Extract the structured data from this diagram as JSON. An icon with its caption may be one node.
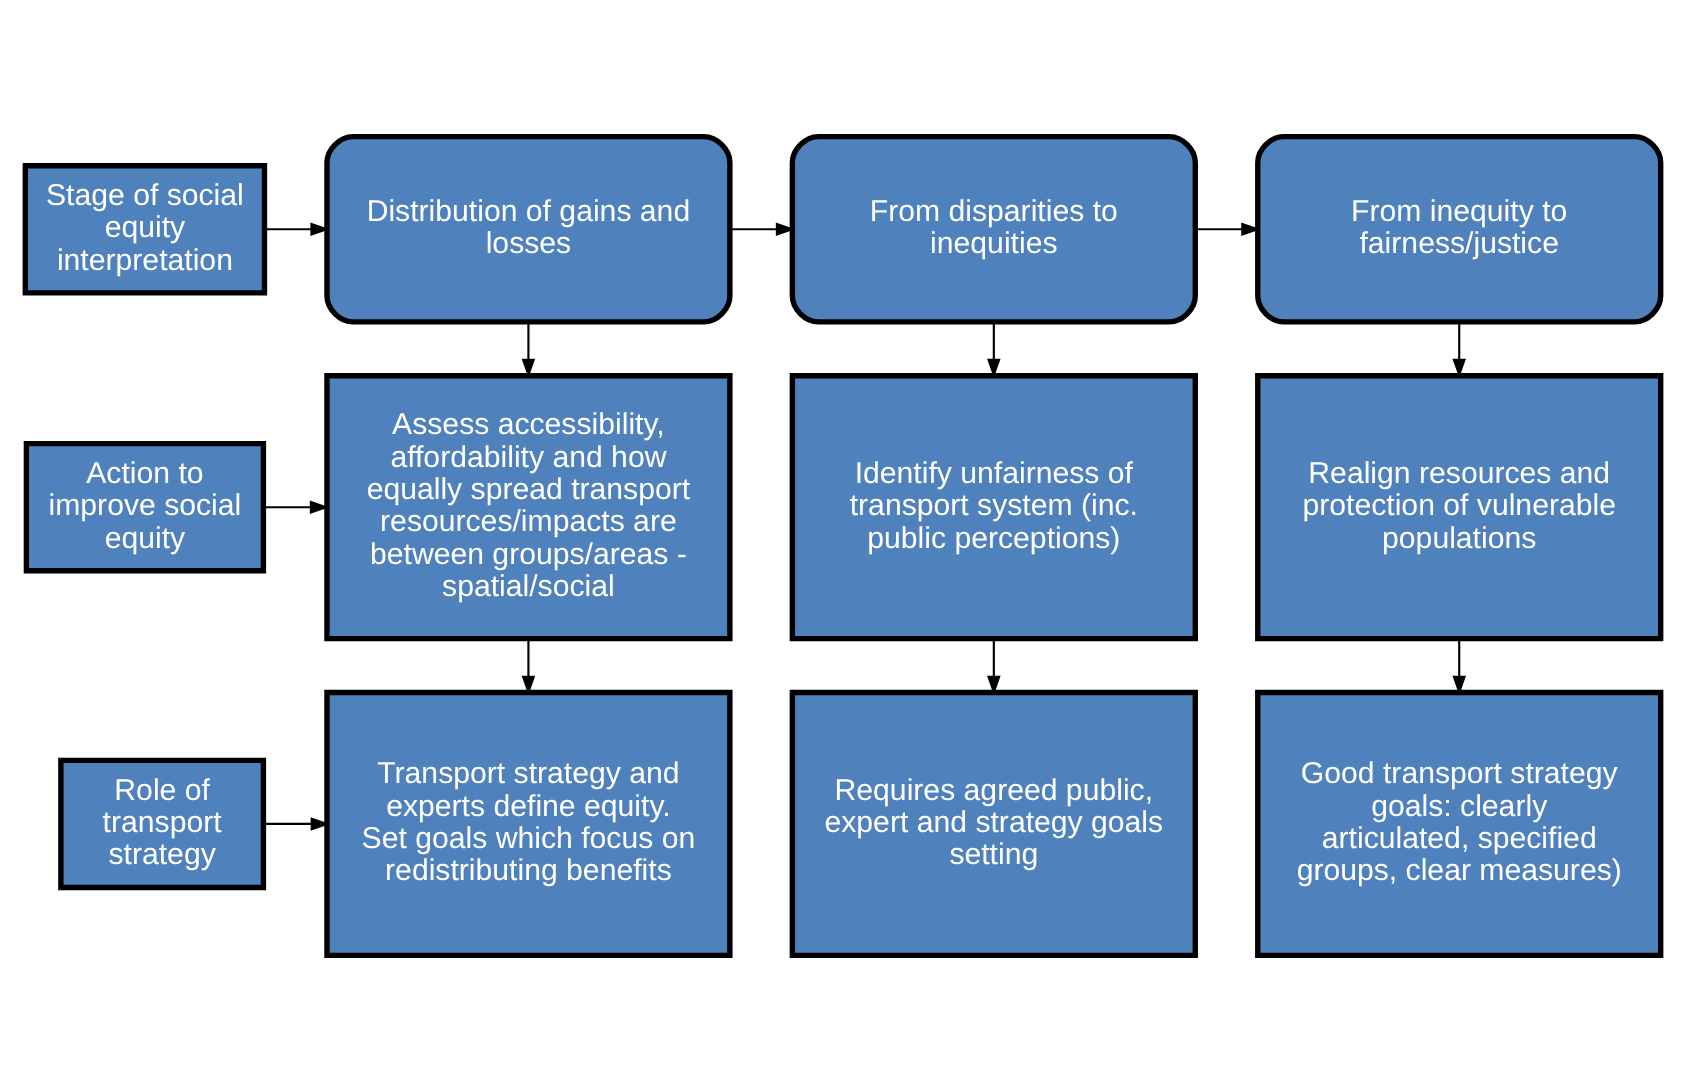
{
  "diagram": {
    "nodes": [
      {
        "text": [
          "Stage of social equity interpretation"
        ]
      },
      {
        "text": [
          "Distribution of gains and losses"
        ]
      },
      {
        "text": [
          "From disparities to inequities"
        ]
      },
      {
        "text": [
          "From inequity to fairness/justice"
        ]
      },
      {
        "text": [
          "Action to improve social equity"
        ]
      },
      {
        "text": [
          "Assess accessibility, affordability and how equally spread transport resources/impacts are between groups/areas - spatial/social"
        ]
      },
      {
        "text": [
          "Identify unfairness of transport system (inc. public perceptions)"
        ]
      },
      {
        "text": [
          "Realign resources and protection of vulnerable populations"
        ]
      },
      {
        "text": [
          "Role of transport strategy"
        ]
      },
      {
        "text": [
          "Transport strategy and experts define equity. Set goals which focus on redistributing benefits"
        ]
      },
      {
        "text": [
          "Requires agreed public, expert and strategy goals setting"
        ]
      },
      {
        "text": [
          "Good transport strategy goals: clearly articulated, specified groups, clear measures)"
        ]
      }
    ],
    "edges": [
      {
        "from": 0,
        "to": 1,
        "arrow": "to"
      },
      {
        "from": 1,
        "to": 2,
        "arrow": "to"
      },
      {
        "from": 2,
        "to": 3,
        "arrow": "to"
      },
      {
        "from": 1,
        "to": 5,
        "arrow": "to"
      },
      {
        "from": 2,
        "to": 6,
        "arrow": "to"
      },
      {
        "from": 3,
        "to": 7,
        "arrow": "to"
      },
      {
        "from": 4,
        "to": 5,
        "arrow": "to"
      },
      {
        "from": 5,
        "to": 9,
        "arrow": "to"
      },
      {
        "from": 6,
        "to": 10,
        "arrow": "to"
      },
      {
        "from": 7,
        "to": 11,
        "arrow": "to"
      },
      {
        "from": 8,
        "to": 9,
        "arrow": "to"
      }
    ]
  }
}
